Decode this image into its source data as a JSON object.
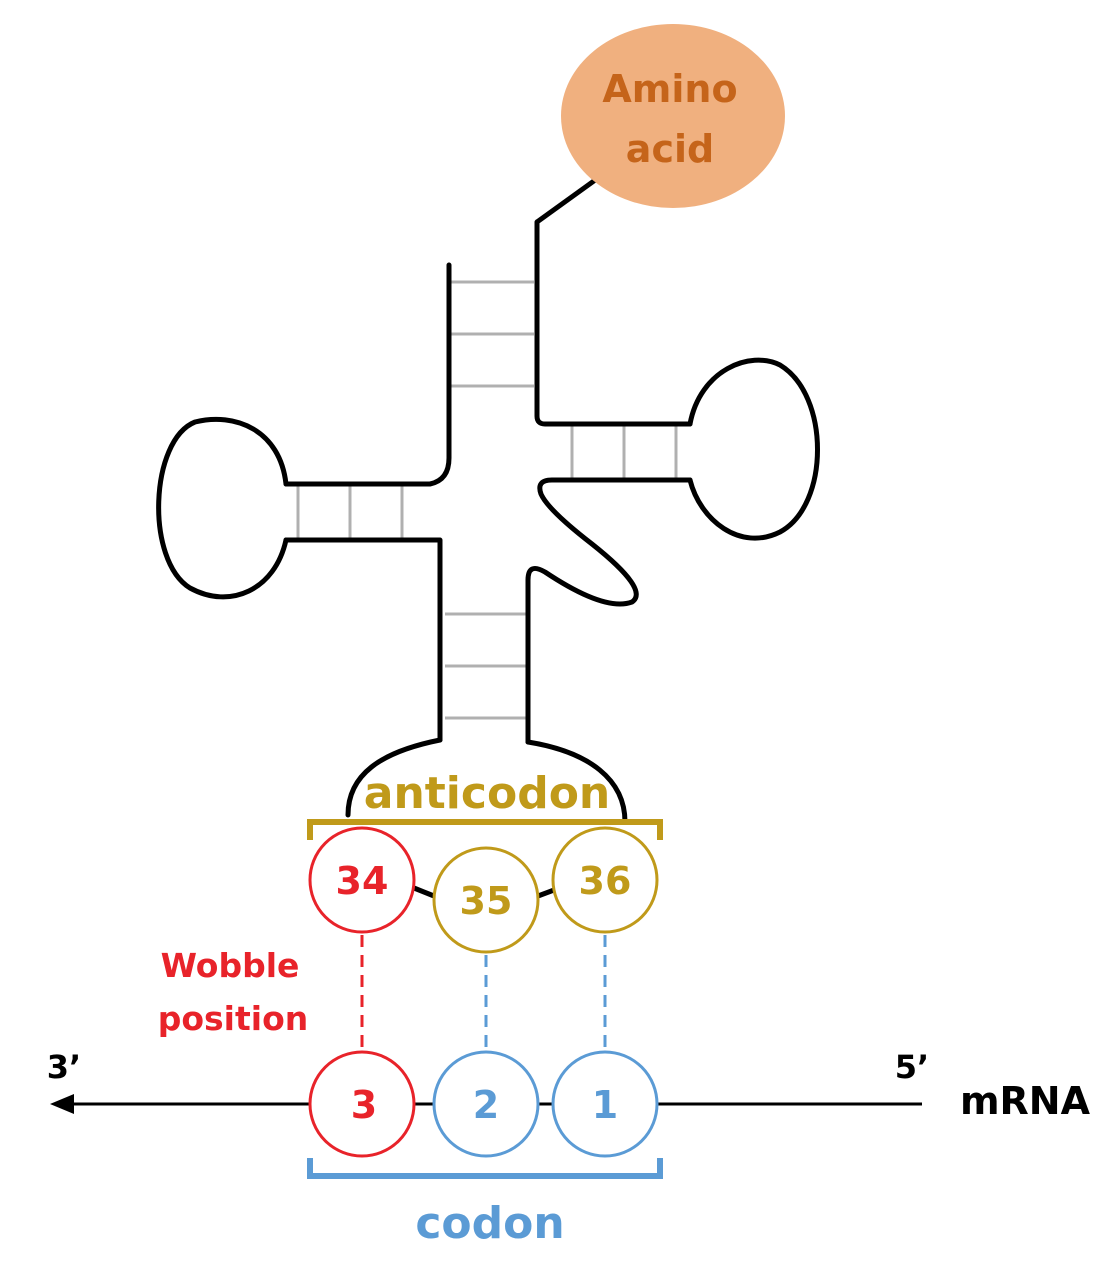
{
  "amino_acid": {
    "line1": "Amino",
    "line2": "acid",
    "fill": "#f0b07f",
    "text_color": "#c5641a"
  },
  "anticodon": {
    "label": "anticodon",
    "color": "#c09a1a",
    "positions": [
      {
        "number": "34",
        "color": "#e8232a"
      },
      {
        "number": "35",
        "color": "#c09a1a"
      },
      {
        "number": "36",
        "color": "#c09a1a"
      }
    ]
  },
  "wobble": {
    "line1": "Wobble",
    "line2": "position",
    "color": "#e8232a"
  },
  "codon": {
    "label": "codon",
    "color": "#5b9bd5",
    "positions": [
      {
        "number": "3",
        "color": "#e8232a"
      },
      {
        "number": "2",
        "color": "#5b9bd5"
      },
      {
        "number": "1",
        "color": "#5b9bd5"
      }
    ]
  },
  "mrna": {
    "label": "mRNA",
    "end_left": "3’",
    "end_right": "5’"
  },
  "colors": {
    "backbone": "#000000",
    "base_pair": "#b0b0b0"
  }
}
